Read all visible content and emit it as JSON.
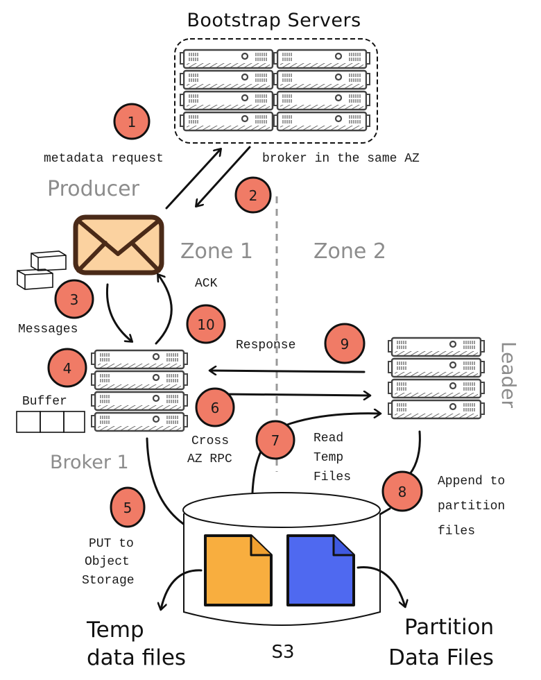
{
  "title": "Bootstrap Servers",
  "colors": {
    "badge": "#f07b66",
    "envelope": "#fbd2a0",
    "envelope_outline": "#4a2a18",
    "temp_file": "#f8ae3f",
    "partition_file": "#4f69f0",
    "zone_label": "#8c8c8c",
    "zone_divider": "#999999"
  },
  "components": {
    "producer": "Producer",
    "zone1": "Zone 1",
    "zone2": "Zone 2",
    "broker1": "Broker 1",
    "leader": "Leader",
    "s3": "S3",
    "temp_files": [
      "Temp",
      "data files"
    ],
    "partition_files": [
      "Partition",
      "Data Files"
    ]
  },
  "labels": {
    "metadata_request": "metadata request",
    "broker_same_az": "broker in the same AZ",
    "ack": "ACK",
    "messages": "Messages",
    "response": "Response",
    "buffer": "Buffer",
    "cross_az": [
      "Cross",
      "AZ RPC"
    ],
    "read_temp": [
      "Read",
      "Temp",
      "Files"
    ],
    "append": [
      "Append to",
      "partition",
      "files"
    ],
    "put": [
      "PUT to",
      "Object",
      "Storage"
    ]
  },
  "steps": [
    "1",
    "2",
    "3",
    "4",
    "5",
    "6",
    "7",
    "8",
    "9",
    "10"
  ]
}
